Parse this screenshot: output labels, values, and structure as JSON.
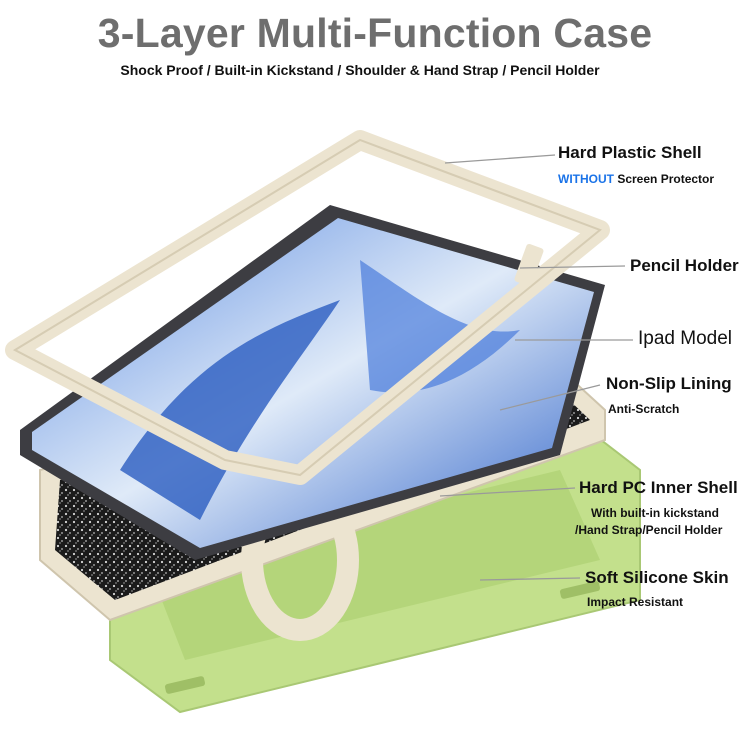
{
  "header": {
    "title": "3-Layer Multi-Function Case",
    "subtitle": "Shock Proof / Built-in Kickstand / Shoulder & Hand Strap / Pencil Holder"
  },
  "callouts": {
    "hard_plastic_shell": {
      "label": "Hard Plastic Shell",
      "note_accent": "WITHOUT",
      "note_rest": " Screen Protector"
    },
    "pencil_holder": {
      "label": "Pencil Holder"
    },
    "ipad_model": {
      "label": "Ipad Model"
    },
    "non_slip_lining": {
      "label": "Non-Slip Lining",
      "note": "Anti-Scratch"
    },
    "hard_pc_inner_shell": {
      "label": "Hard PC Inner Shell",
      "note_line1": "With built-in kickstand",
      "note_line2": "/Hand Strap/Pencil Holder"
    },
    "soft_silicone_skin": {
      "label": "Soft Silicone Skin",
      "note": "Impact Resistant"
    }
  },
  "colors": {
    "frame_beige": "#ece4d0",
    "silicone_green": "#c3e08c",
    "tablet_gray": "#3d3d42",
    "screen_blue": "#3f6fd1",
    "accent_blue": "#1a73e8",
    "title_gray": "#6e6e6e"
  }
}
